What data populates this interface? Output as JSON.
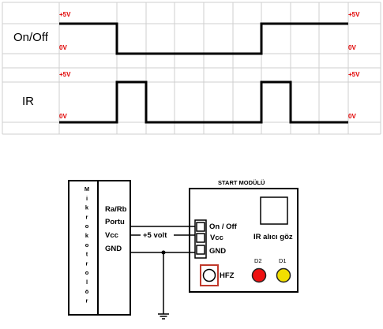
{
  "timing": {
    "rows": [
      {
        "label": "On/Off",
        "high": "+5V",
        "low": "0V"
      },
      {
        "label": "IR",
        "high": "+5V",
        "low": "0V"
      }
    ],
    "colors": {
      "grid": "#cfcfcf",
      "signal": "#000000",
      "voltage_label": "#e00000"
    }
  },
  "schematic": {
    "mcu": {
      "name": "Mikrokotrolör",
      "letters": [
        "M",
        "i",
        "k",
        "r",
        "o",
        "k",
        "o",
        "t",
        "r",
        "o",
        "l",
        "ö",
        "r"
      ]
    },
    "mcu_pins": [
      "Ra/Rb",
      "Portu",
      "Vcc",
      "GND"
    ],
    "supply_label": "+5 volt",
    "module": {
      "title": "START MODÜLÜ",
      "pins": [
        "On / Off",
        "Vcc",
        "GND"
      ],
      "sensor_label": "IR alıcı göz",
      "button_label": "HFZ",
      "leds": [
        {
          "label": "D2",
          "color": "#ee1111"
        },
        {
          "label": "D1",
          "color": "#f2df00"
        }
      ],
      "button_border_color": "#c0392b"
    }
  }
}
